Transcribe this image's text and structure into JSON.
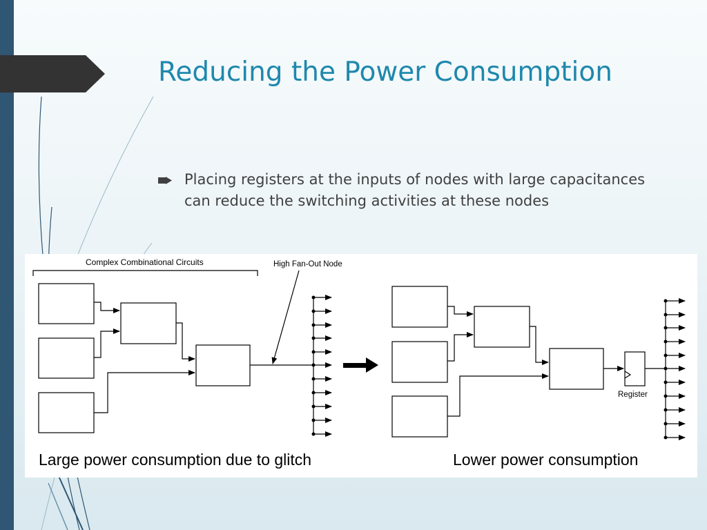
{
  "slide": {
    "title": "Reducing the Power Consumption",
    "bullets": [
      "Placing registers at the inputs of nodes with large capacitances can reduce the switching activities at these nodes"
    ],
    "accent_color": "#1f88ad",
    "bar_color": "#2f5673"
  },
  "figure": {
    "left": {
      "bracket_label": "Complex Combinational Circuits",
      "node_label": "High Fan-Out Node",
      "caption": "Large power consumption due to glitch"
    },
    "right": {
      "register_label": "Register",
      "caption": "Lower power consumption"
    }
  }
}
